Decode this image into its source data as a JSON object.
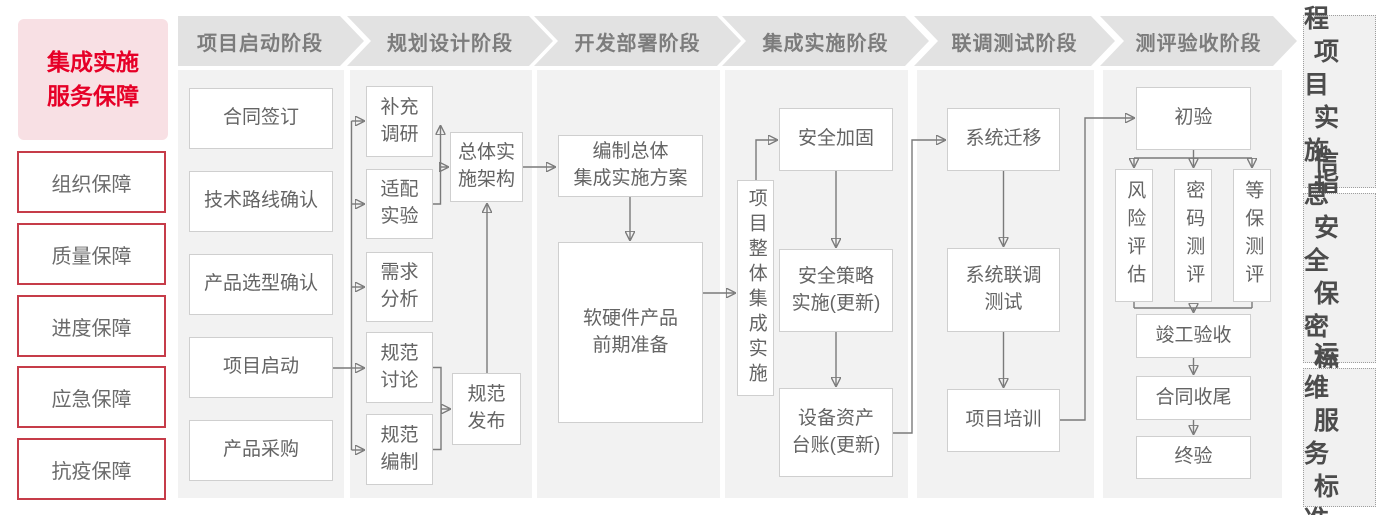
{
  "colors": {
    "accent_red": "#e60027",
    "border_red": "#c63c49",
    "pink_bg": "#f8e0e4",
    "panel_gray": "#f2f2f2",
    "band_gray": "#e2e2e2",
    "node_text_gray": "#646464",
    "line_gray": "#7a7a7a"
  },
  "sidebar": {
    "title": {
      "lines": [
        "集成实施",
        "服务保障"
      ]
    },
    "items": [
      {
        "label": "组织保障"
      },
      {
        "label": "质量保障"
      },
      {
        "label": "进度保障"
      },
      {
        "label": "应急保障"
      },
      {
        "label": "抗疫保障"
      }
    ]
  },
  "phases": [
    {
      "label": "项目启动阶段"
    },
    {
      "label": "规划设计阶段"
    },
    {
      "label": "开发部署阶段"
    },
    {
      "label": "集成实施阶段"
    },
    {
      "label": "联调测试阶段"
    },
    {
      "label": "测评验收阶段"
    }
  ],
  "nodes": {
    "contract": {
      "label": "合同签订"
    },
    "tech_route": {
      "label": "技术路线确认"
    },
    "product_selection": {
      "label": "产品选型确认"
    },
    "kickoff": {
      "label": "项目启动"
    },
    "procurement": {
      "label": "产品采购"
    },
    "supplement": {
      "lines": [
        "补充",
        "调研"
      ]
    },
    "adaptation": {
      "lines": [
        "适配",
        "实验"
      ]
    },
    "requirements": {
      "lines": [
        "需求",
        "分析"
      ]
    },
    "spec_discussion": {
      "lines": [
        "规范",
        "讨论"
      ]
    },
    "spec_drafting": {
      "lines": [
        "规范",
        "编制"
      ]
    },
    "architecture": {
      "lines": [
        "总体实",
        "施架构"
      ]
    },
    "spec_release": {
      "lines": [
        "规范",
        "发布"
      ]
    },
    "overall_plan": {
      "lines": [
        "编制总体",
        "集成实施方案"
      ]
    },
    "preparation": {
      "lines": [
        "软硬件产品",
        "前期准备"
      ]
    },
    "overall_integration": {
      "label": "项目整体集成实施"
    },
    "hardening": {
      "label": "安全加固"
    },
    "security_policy": {
      "lines": [
        "安全策略",
        "实施(更新)"
      ]
    },
    "asset_ledger": {
      "lines": [
        "设备资产",
        "台账(更新)"
      ]
    },
    "migration": {
      "label": "系统迁移"
    },
    "joint_test": {
      "lines": [
        "系统联调",
        "测试"
      ]
    },
    "training": {
      "label": "项目培训"
    },
    "initial_acceptance": {
      "label": "初验"
    },
    "risk": {
      "label": "风险评估"
    },
    "crypto": {
      "label": "密码测评"
    },
    "classified": {
      "label": "等保测评"
    },
    "completion": {
      "label": "竣工验收"
    },
    "contract_closure": {
      "label": "合同收尾"
    },
    "final_acceptance": {
      "label": "终验"
    }
  },
  "standards": {
    "guide": {
      "lines": [
        "工程",
        "项目",
        "实施",
        "指引"
      ]
    },
    "security": {
      "lines": [
        "信息",
        "安全",
        "保密",
        "标准"
      ]
    },
    "om": {
      "lines": [
        "运维",
        "服务",
        "标准"
      ]
    }
  }
}
